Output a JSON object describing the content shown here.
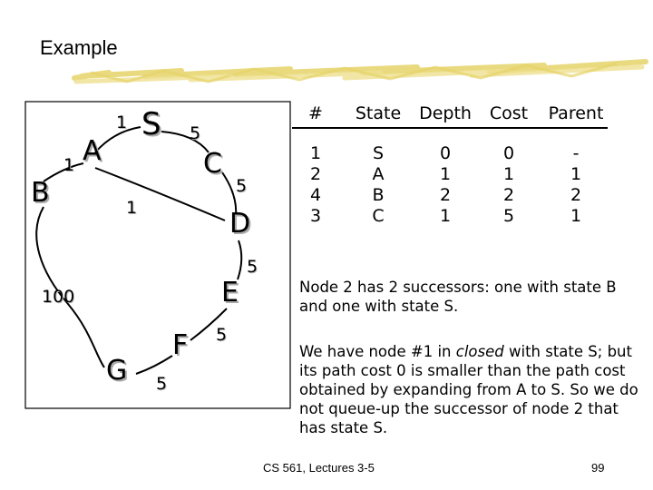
{
  "slide": {
    "title": "Example",
    "footer": "CS 561,  Lectures 3-5",
    "page_number": "99"
  },
  "graph": {
    "nodes": [
      "S",
      "A",
      "B",
      "C",
      "D",
      "E",
      "F",
      "G"
    ],
    "edge_labels": [
      "1",
      "1",
      "5",
      "5",
      "1",
      "5",
      "100",
      "5",
      "5"
    ]
  },
  "table": {
    "headers": [
      "#",
      "State",
      "Depth",
      "Cost",
      "Parent"
    ],
    "columns": [
      [
        "1",
        "2",
        "4",
        "3"
      ],
      [
        "S",
        "A",
        "B",
        "C"
      ],
      [
        "0",
        "1",
        "2",
        "1"
      ],
      [
        "0",
        "1",
        "2",
        "5"
      ],
      [
        "-",
        "1",
        "2",
        "1"
      ]
    ]
  },
  "text": {
    "para1": "Node 2 has 2 successors: one with state B and one with state S.",
    "para2_before": "We have node #1 in ",
    "para2_italic": "closed",
    "para2_after": " with state S; but its path cost 0 is smaller than the path cost obtained by expanding from A to S. So we do not queue-up the successor of node 2 that has state S."
  },
  "colors": {
    "title_underline": "#e8d878",
    "node_shadow": "#aaaaaa"
  }
}
